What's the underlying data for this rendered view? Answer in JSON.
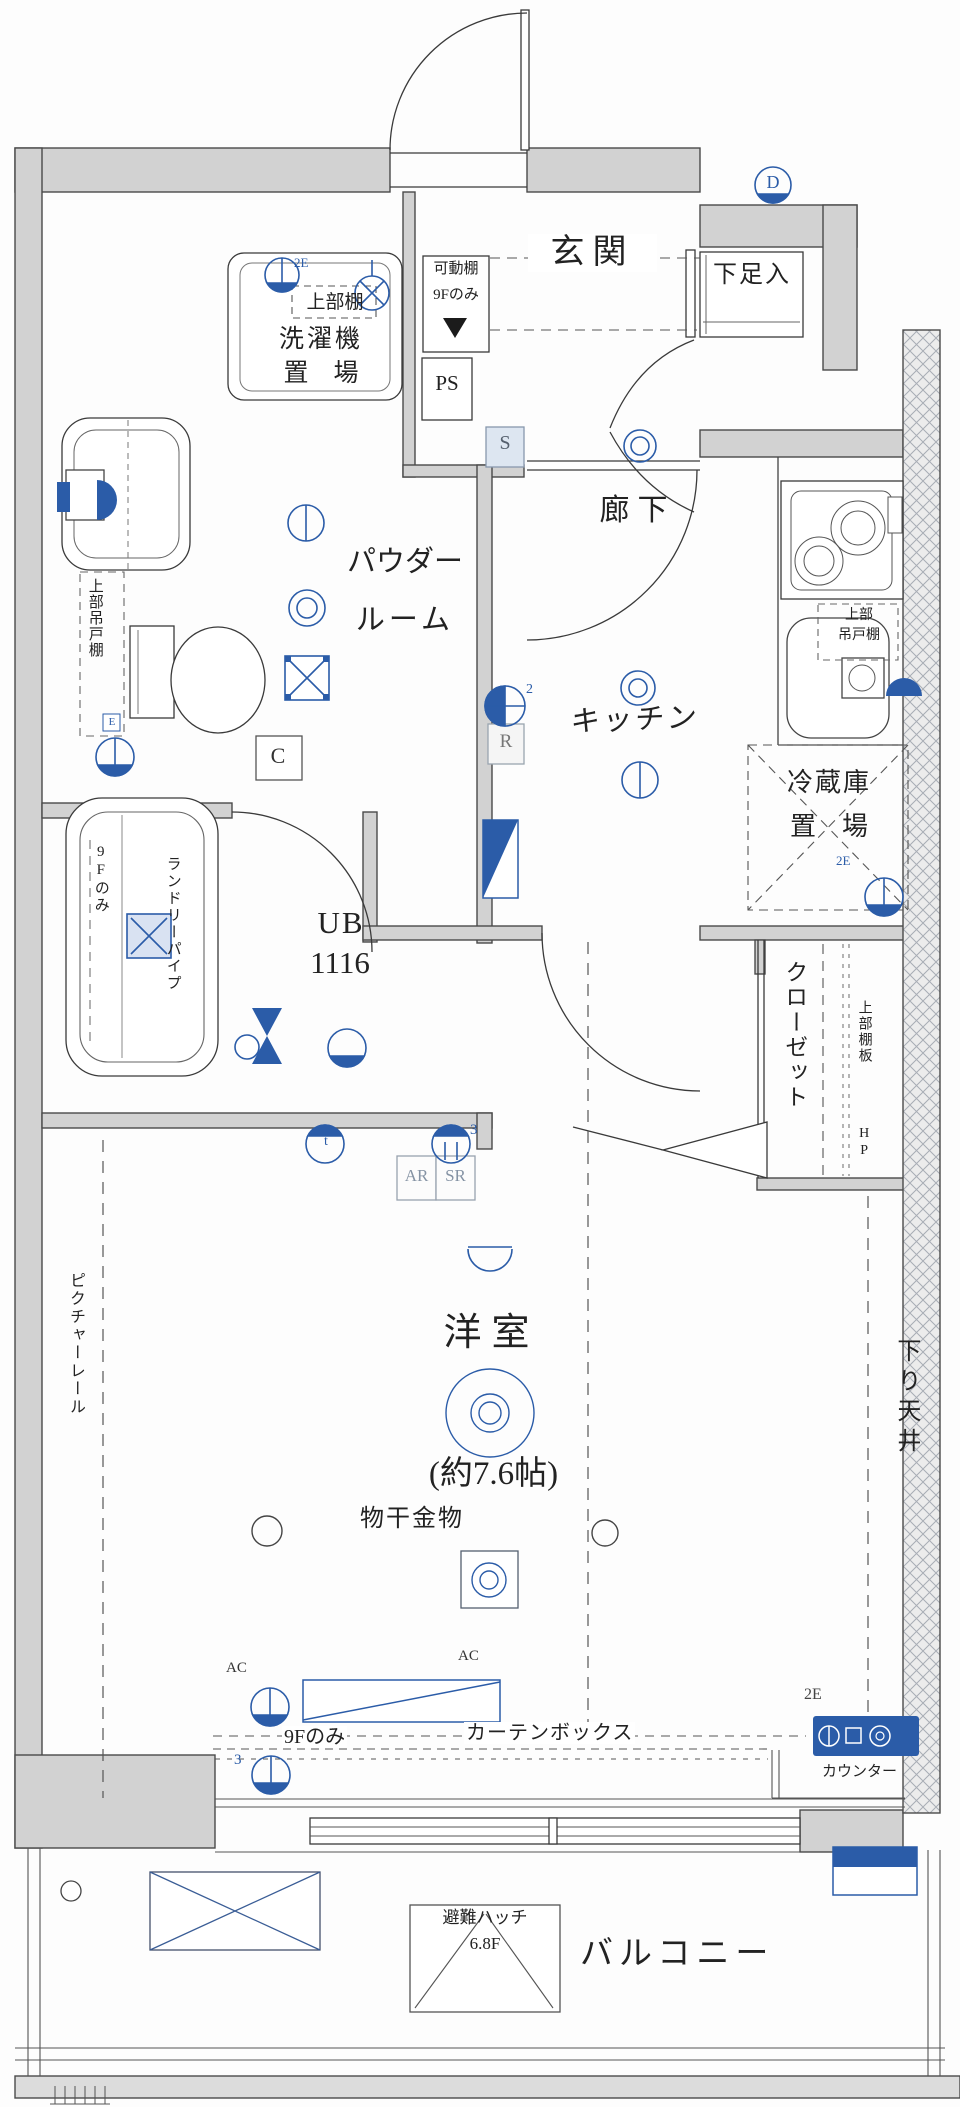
{
  "rooms": {
    "genkan": "玄関",
    "hallway": "廊下",
    "powder_1": "パウダー",
    "powder_2": "ルーム",
    "kitchen": "キッチン",
    "ub": "UB",
    "ub_size": "1116",
    "closet": "クローゼット",
    "main": "洋室",
    "main_size": "(約7.6帖)",
    "balcony": "バルコニー"
  },
  "features": {
    "shoe_box": "下足入",
    "washer_1": "洗濯機",
    "washer_2": "置　場",
    "upper_shelf": "上部棚",
    "movable_shelf": "可動棚",
    "only_9f_a": "9Fのみ",
    "ps": "PS",
    "hanging_cupboard": "上部吊戸棚",
    "kitchen_cupboard_1": "上部",
    "kitchen_cupboard_2": "吊戸棚",
    "fridge_1": "冷蔵庫",
    "fridge_2": "置　場",
    "laundry_pipe": "ランドリーパイプ",
    "only_9f_b": "9Fのみ",
    "shelf_board": "上部棚板",
    "hanger_pipe": "HP",
    "drying_fixture": "物干金物",
    "picture_rail": "ピクチャーレール",
    "dropped_ceiling": "下り天井",
    "curtain_box": "カーテンボックス",
    "only_9f_c": "9Fのみ",
    "counter": "カウンター",
    "hatch_1": "避難ハッチ",
    "hatch_2": "6.8F"
  },
  "marks": {
    "d": "D",
    "s": "S",
    "c": "C",
    "r": "R",
    "e": "E",
    "ar": "AR",
    "sr": "SR",
    "ac_a": "AC",
    "ac_b": "AC",
    "n2": "2",
    "n3_a": "3",
    "n3_b": "3",
    "t": "t",
    "e2_a": "2E",
    "e2_b": "2E",
    "e2_c": "2E"
  },
  "colors": {
    "accent": "#2b5ca8",
    "wall": "#d2d2d2"
  }
}
